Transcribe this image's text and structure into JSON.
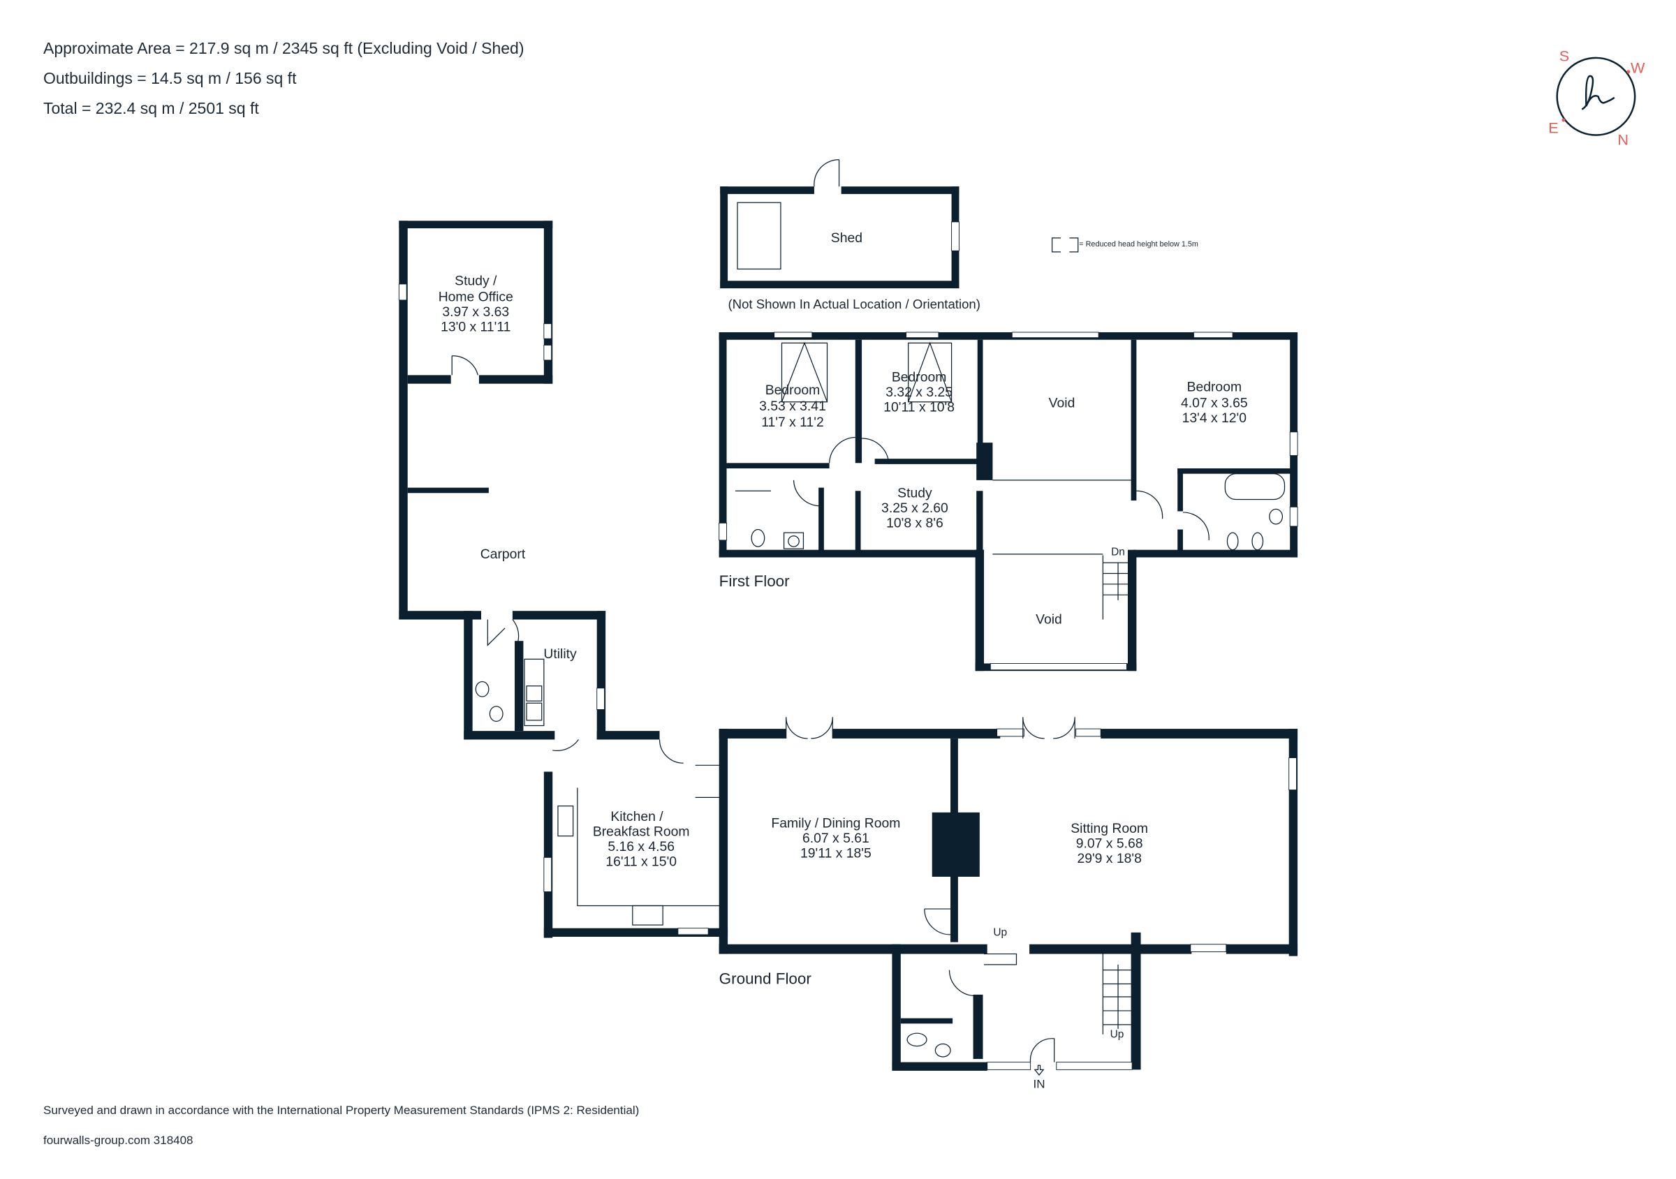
{
  "header": {
    "approx_area": "Approximate Area = 217.9 sq m / 2345 sq ft (Excluding Void / Shed)",
    "outbuildings": "Outbuildings = 14.5 sq m / 156 sq ft",
    "total": "Total = 232.4 sq m / 2501 sq ft"
  },
  "compass": {
    "s": "S",
    "w": "W",
    "e": "E",
    "n": "N",
    "accent_color": "#e0605a",
    "logo_color": "#0c1f2e"
  },
  "legend": {
    "text": "= Reduced head height below 1.5m"
  },
  "outbuilding": {
    "shed": {
      "name": "Shed"
    },
    "note": "(Not Shown In Actual Location / Orientation)"
  },
  "first_floor": {
    "label": "First Floor",
    "rooms": {
      "bedroom1": {
        "name": "Bedroom",
        "metric": "3.53 x 3.41",
        "imperial": "11'7 x 11'2"
      },
      "bedroom2": {
        "name": "Bedroom",
        "metric": "3.32 x 3.25",
        "imperial": "10'11 x 10'8"
      },
      "void1": {
        "name": "Void"
      },
      "bedroom3": {
        "name": "Bedroom",
        "metric": "4.07 x 3.65",
        "imperial": "13'4 x 12'0"
      },
      "study": {
        "name": "Study",
        "metric": "3.25 x 2.60",
        "imperial": "10'8 x 8'6"
      },
      "void2": {
        "name": "Void"
      }
    },
    "stairs_label": "Dn"
  },
  "ground_floor": {
    "label": "Ground Floor",
    "rooms": {
      "study_office": {
        "name1": "Study /",
        "name2": "Home Office",
        "metric": "3.97 x 3.63",
        "imperial": "13'0 x 11'11"
      },
      "carport": {
        "name": "Carport"
      },
      "utility": {
        "name": "Utility"
      },
      "kitchen": {
        "name1": "Kitchen /",
        "name2": "Breakfast Room",
        "metric": "5.16 x 4.56",
        "imperial": "16'11 x 15'0"
      },
      "family": {
        "name": "Family / Dining Room",
        "metric": "6.07 x 5.61",
        "imperial": "19'11 x 18'5"
      },
      "sitting": {
        "name": "Sitting Room",
        "metric": "9.07 x 5.68",
        "imperial": "29'9 x 18'8"
      }
    },
    "up_label_1": "Up",
    "up_label_2": "Up",
    "entrance_label": "IN"
  },
  "footer": {
    "standards": "Surveyed and drawn in accordance with the International Property Measurement Standards (IPMS 2: Residential)",
    "ref": "fourwalls-group.com 318408"
  }
}
